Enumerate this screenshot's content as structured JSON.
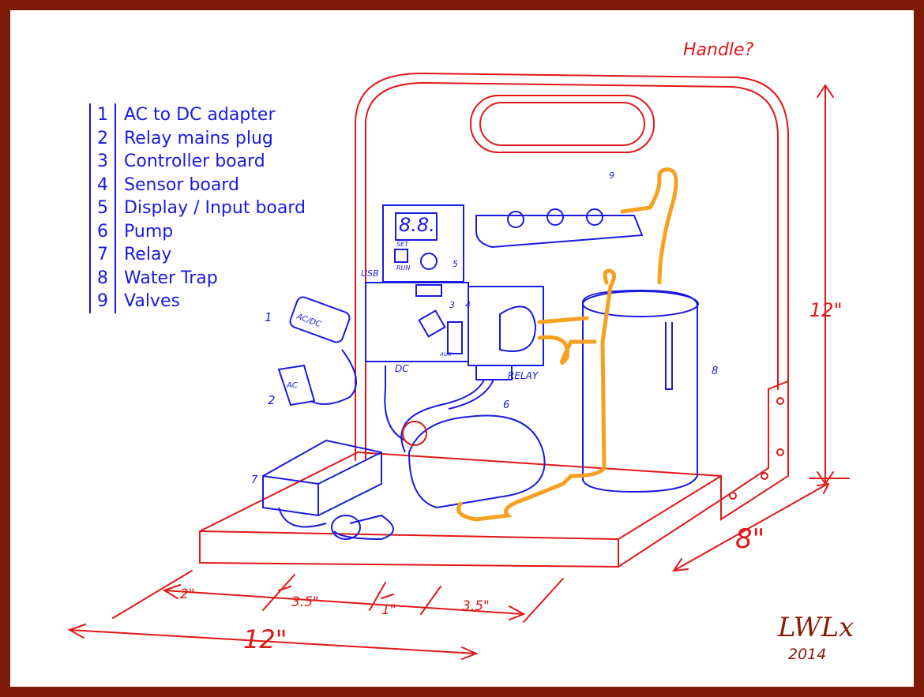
{
  "title_note": "Handle?",
  "legend": [
    {
      "num": "1",
      "label": "AC to DC adapter"
    },
    {
      "num": "2",
      "label": "Relay mains plug"
    },
    {
      "num": "3",
      "label": "Controller board"
    },
    {
      "num": "4",
      "label": "Sensor board"
    },
    {
      "num": "5",
      "label": "Display / Input board"
    },
    {
      "num": "6",
      "label": "Pump"
    },
    {
      "num": "7",
      "label": "Relay"
    },
    {
      "num": "8",
      "label": "Water Trap"
    },
    {
      "num": "9",
      "label": "Valves"
    }
  ],
  "callouts": {
    "n1": "1",
    "n2": "2",
    "n3": "3",
    "n4": "4",
    "n5": "5",
    "n6": "6",
    "n7": "7",
    "n8": "8",
    "n9": "9",
    "acdc": "AC/DC",
    "ac": "AC",
    "usb": "USB",
    "dc": "DC",
    "relay": "RELAY",
    "set": "SET",
    "run": "RUN",
    "aux": "AUX",
    "display": "8.8."
  },
  "dimensions": {
    "height": "12\"",
    "depth": "8\"",
    "width": "12\"",
    "seg1": "2\"",
    "seg2": "3.5\"",
    "seg3": "1\"",
    "seg4": "3.5\""
  },
  "signature": {
    "name": "LWLx",
    "year": "2014"
  },
  "colors": {
    "frame": "#7d1a08",
    "stand": "#e01818",
    "components": "#1a1ae0",
    "tubing": "#f5a020",
    "signature": "#8a1a08"
  }
}
